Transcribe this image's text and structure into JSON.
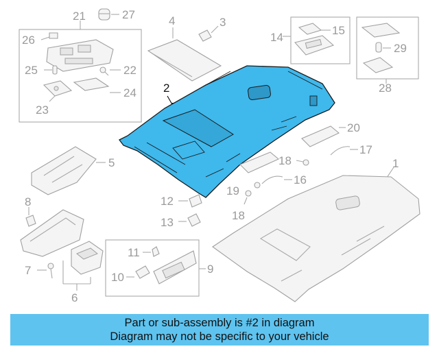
{
  "callouts": {
    "c1": "1",
    "c2": "2",
    "c3": "3",
    "c4": "4",
    "c5": "5",
    "c6": "6",
    "c7": "7",
    "c8": "8",
    "c9": "9",
    "c10": "10",
    "c11": "11",
    "c12": "12",
    "c13": "13",
    "c14": "14",
    "c15": "15",
    "c16": "16",
    "c17": "17",
    "c18a": "18",
    "c18b": "18",
    "c19": "19",
    "c20": "20",
    "c21": "21",
    "c22": "22",
    "c23": "23",
    "c24": "24",
    "c25": "25",
    "c26": "26",
    "c27": "27",
    "c28": "28",
    "c29": "29"
  },
  "banner": {
    "line1": "Part or sub-assembly is #2 in diagram",
    "line2": "Diagram may not be specific to your vehicle"
  },
  "colors": {
    "highlight_part": "#3fb8ec",
    "banner_bg": "#5ec3ef",
    "outline_gray": "#a0a0a0"
  }
}
